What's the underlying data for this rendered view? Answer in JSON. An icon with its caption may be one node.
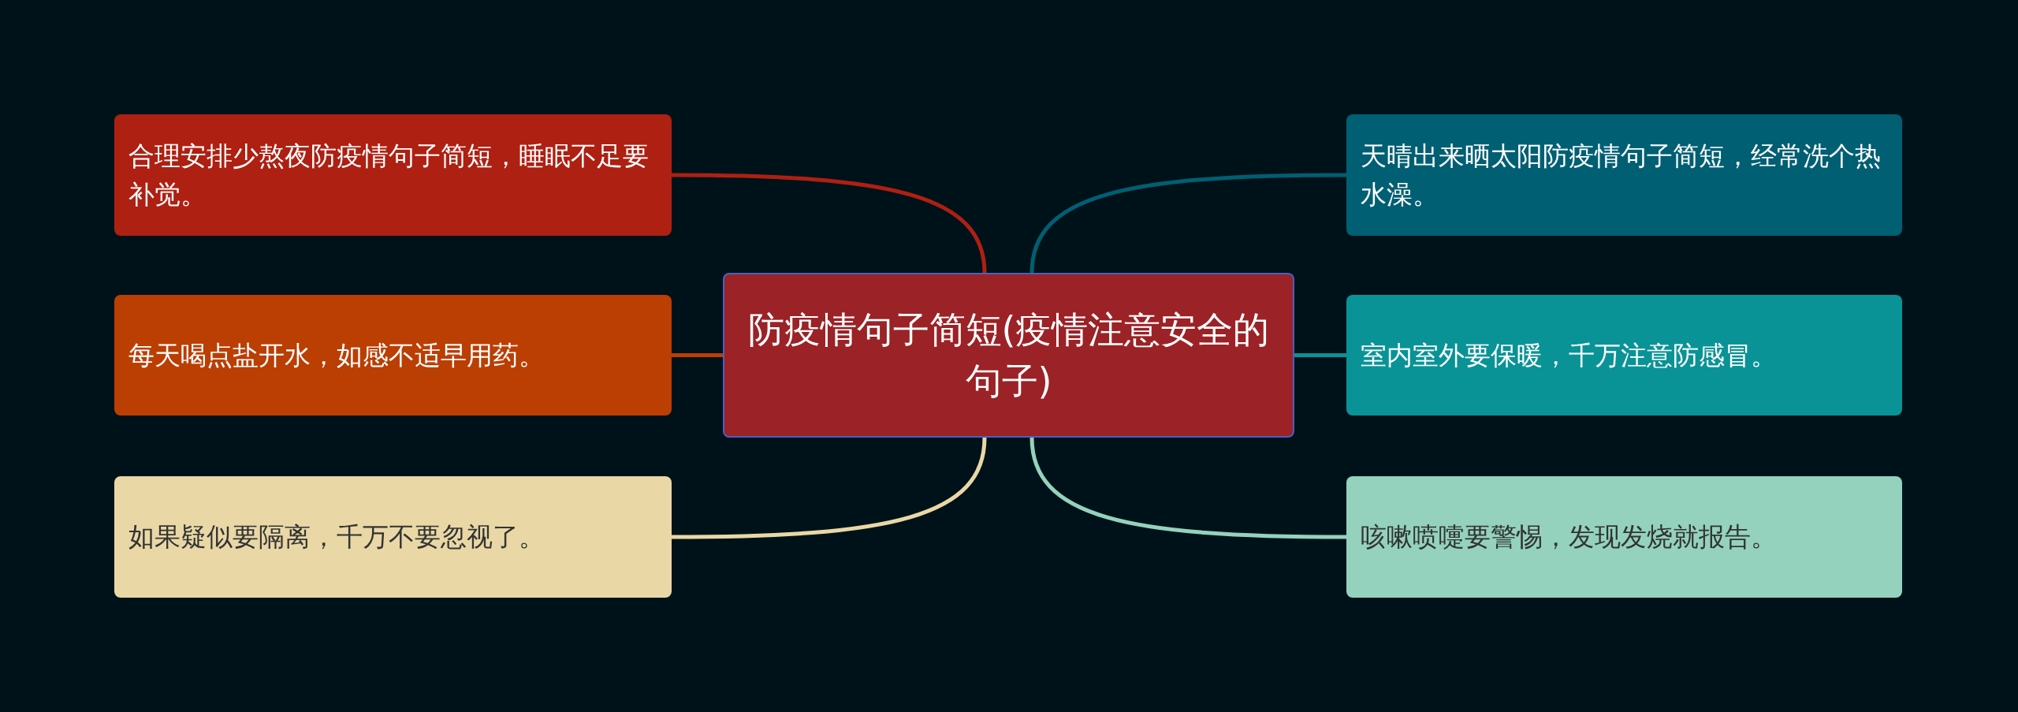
{
  "diagram": {
    "nodes": [
      {
        "text": [
          "防疫情句子简短(疫情注意安全的句子)"
        ]
      },
      {
        "text": [
          "合理安排少熬夜防疫情句子简短，睡眠不足要补觉。"
        ]
      },
      {
        "text": [
          "每天喝点盐开水，如感不适早用药。"
        ]
      },
      {
        "text": [
          "如果疑似要隔离，千万不要忽视了。"
        ]
      },
      {
        "text": [
          "天晴出来晒太阳防疫情句子简短，经常洗个热水澡。"
        ]
      },
      {
        "text": [
          "室内室外要保暖，千万注意防感冒。"
        ]
      },
      {
        "text": [
          "咳嗽喷嚏要警惕，发现发烧就报告。"
        ]
      }
    ],
    "edges": [
      {
        "from": 0,
        "to": 1,
        "arrow": "none",
        "color": "#ae2012"
      },
      {
        "from": 0,
        "to": 2,
        "arrow": "none",
        "color": "#bb3e03"
      },
      {
        "from": 0,
        "to": 3,
        "arrow": "none",
        "color": "#e9d8a6"
      },
      {
        "from": 0,
        "to": 4,
        "arrow": "none",
        "color": "#005f73"
      },
      {
        "from": 0,
        "to": 5,
        "arrow": "none",
        "color": "#0a9396"
      },
      {
        "from": 0,
        "to": 6,
        "arrow": "none",
        "color": "#94d2bd"
      }
    ]
  }
}
